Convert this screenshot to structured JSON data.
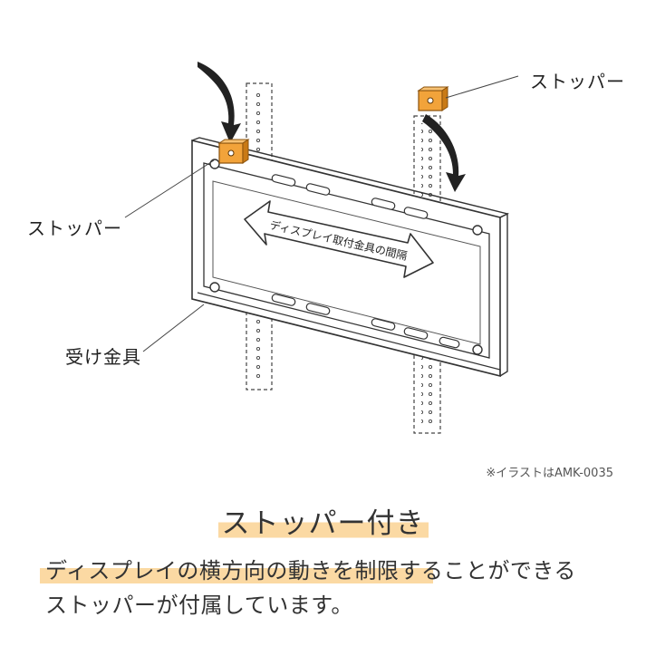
{
  "labels": {
    "stopper_top_right": "ストッパー",
    "stopper_left": "ストッパー",
    "receiver_bracket": "受け金具",
    "arrow_text": "ディスプレイ取付金具の間隔"
  },
  "caption": "※イラストはAMK-0035",
  "heading": "ストッパー付き",
  "description": {
    "line1": "ディスプレイの横方向の動きを制限することができる",
    "line2": "ストッパーが付属しています。"
  },
  "colors": {
    "stopper": "#f2a33a",
    "stopper_dark": "#c97a16",
    "highlight": "#fbd9a3",
    "line": "#333333"
  },
  "icons": [
    "stopper-icon",
    "arrow-icon"
  ]
}
